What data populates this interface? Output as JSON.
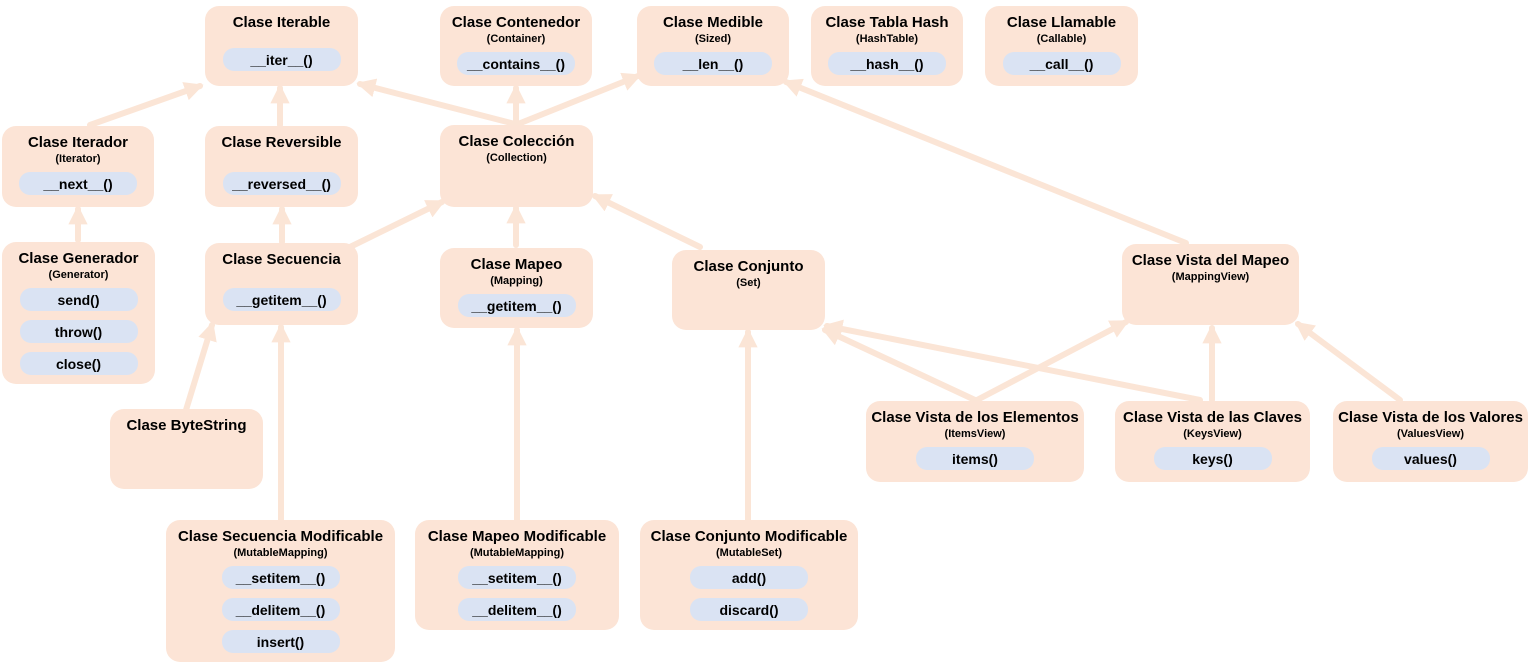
{
  "nodes": {
    "iterable": {
      "title": "Clase Iterable",
      "sub": "",
      "methods": [
        "__iter__()"
      ]
    },
    "contenedor": {
      "title": "Clase Contenedor",
      "sub": "(Container)",
      "methods": [
        "__contains__()"
      ]
    },
    "medible": {
      "title": "Clase Medible",
      "sub": "(Sized)",
      "methods": [
        "__len__()"
      ]
    },
    "tablahash": {
      "title": "Clase Tabla Hash",
      "sub": "(HashTable)",
      "methods": [
        "__hash__()"
      ]
    },
    "llamable": {
      "title": "Clase Llamable",
      "sub": "(Callable)",
      "methods": [
        "__call__()"
      ]
    },
    "iterador": {
      "title": "Clase Iterador",
      "sub": "(Iterator)",
      "methods": [
        "__next__()"
      ]
    },
    "reversible": {
      "title": "Clase Reversible",
      "sub": "",
      "methods": [
        "__reversed__()"
      ]
    },
    "coleccion": {
      "title": "Clase Colección",
      "sub": "(Collection)",
      "methods": []
    },
    "generador": {
      "title": "Clase Generador",
      "sub": "(Generator)",
      "methods": [
        "send()",
        "throw()",
        "close()"
      ]
    },
    "secuencia": {
      "title": "Clase Secuencia",
      "sub": "",
      "methods": [
        "__getitem__()"
      ]
    },
    "mapeo": {
      "title": "Clase Mapeo",
      "sub": "(Mapping)",
      "methods": [
        "__getitem__()"
      ]
    },
    "conjunto": {
      "title": "Clase Conjunto",
      "sub": "(Set)",
      "methods": []
    },
    "vistamapeo": {
      "title": "Clase Vista del Mapeo",
      "sub": "(MappingView)",
      "methods": []
    },
    "bytestring": {
      "title": "Clase ByteString",
      "sub": "",
      "methods": []
    },
    "vistaelem": {
      "title": "Clase Vista de los Elementos",
      "sub": "(ItemsView)",
      "methods": [
        "items()"
      ]
    },
    "vistaclaves": {
      "title": "Clase Vista de las Claves",
      "sub": "(KeysView)",
      "methods": [
        "keys()"
      ]
    },
    "vistavalores": {
      "title": "Clase Vista de los Valores",
      "sub": "(ValuesView)",
      "methods": [
        "values()"
      ]
    },
    "secmod": {
      "title": "Clase Secuencia Modificable",
      "sub": "(MutableMapping)",
      "methods": [
        "__setitem__()",
        "__delitem__()",
        "insert()"
      ]
    },
    "mapmod": {
      "title": "Clase Mapeo Modificable",
      "sub": "(MutableMapping)",
      "methods": [
        "__setitem__()",
        "__delitem__()"
      ]
    },
    "conjmod": {
      "title": "Clase Conjunto Modificable",
      "sub": "(MutableSet)",
      "methods": [
        "add()",
        "discard()"
      ]
    }
  },
  "colors": {
    "node_fill": "#fce4d6",
    "method_fill": "#dae3f3",
    "arrow": "#fbe5d6"
  }
}
